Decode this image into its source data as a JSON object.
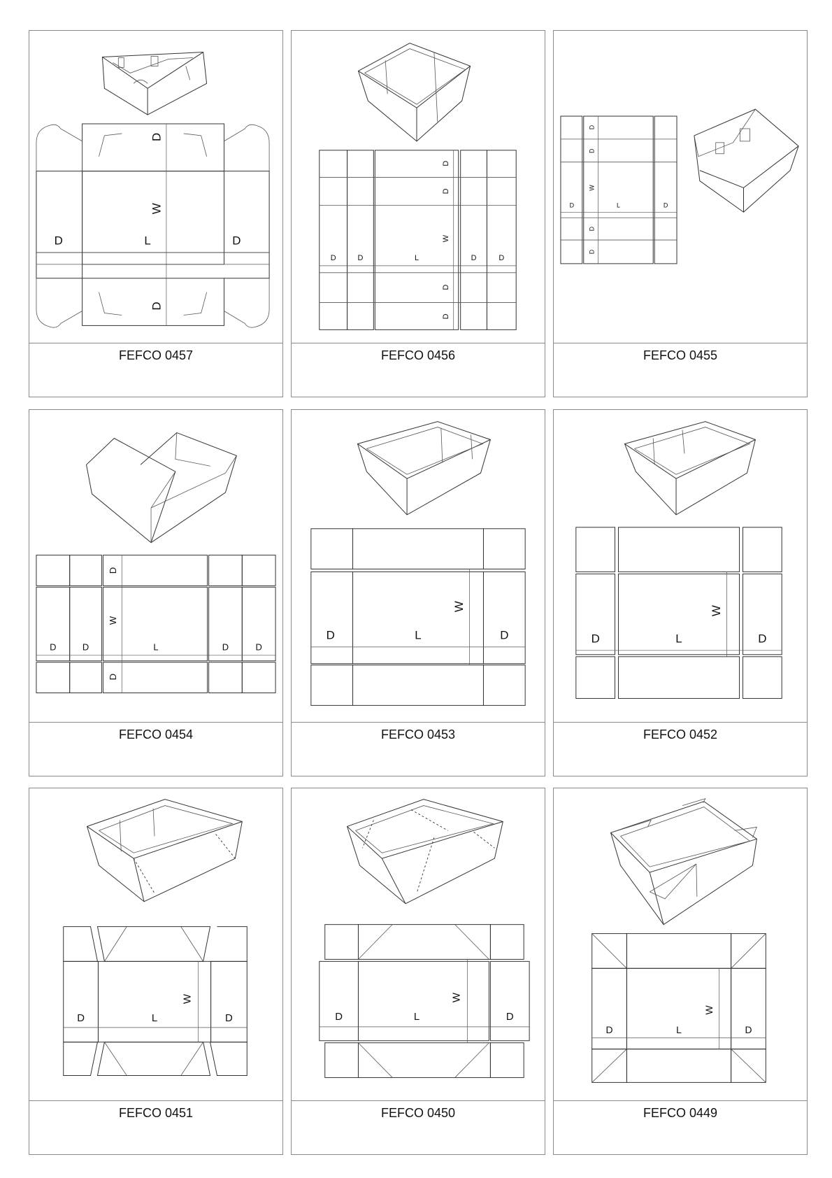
{
  "cards": [
    {
      "id": "0457",
      "label": "FEFCO 0457"
    },
    {
      "id": "0456",
      "label": "FEFCO 0456"
    },
    {
      "id": "0455",
      "label": "FEFCO 0455"
    },
    {
      "id": "0454",
      "label": "FEFCO 0454"
    },
    {
      "id": "0453",
      "label": "FEFCO 0453"
    },
    {
      "id": "0452",
      "label": "FEFCO 0452"
    },
    {
      "id": "0451",
      "label": "FEFCO 0451"
    },
    {
      "id": "0450",
      "label": "FEFCO 0450"
    },
    {
      "id": "0449",
      "label": "FEFCO 0449"
    }
  ],
  "dimension_labels": {
    "depth": "D",
    "length": "L",
    "width": "W"
  }
}
